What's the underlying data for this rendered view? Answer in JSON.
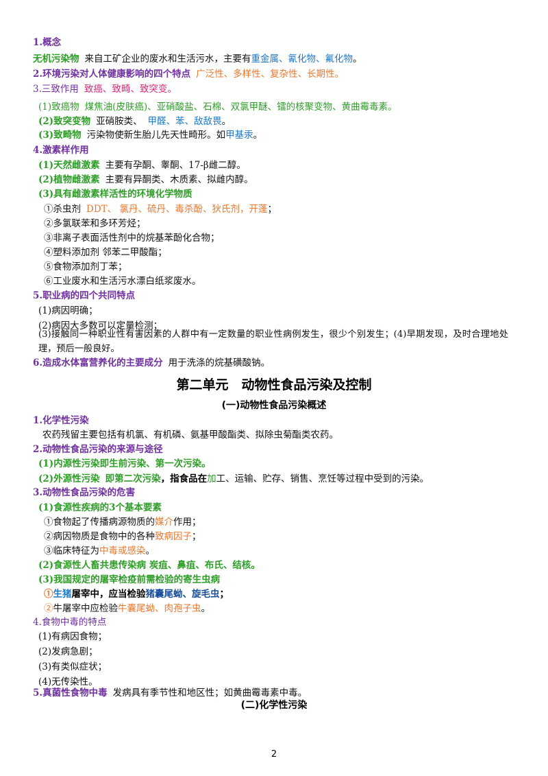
{
  "s1": {
    "head": "1.概念"
  },
  "l1": {
    "term": "无机污染物",
    "text": "来自工矿企业的废水和生活污水，主要有",
    "items": "重金属、氰化物、氟化物",
    "end": "。"
  },
  "s2": {
    "head": "2.环境污染对人体健康影响的四个特点",
    "items": "广泛性、多样性、复杂性、长期性",
    "end": "。"
  },
  "s3": {
    "head": "3.三致作用",
    "items": "致癌、致畸、致突变。"
  },
  "l3a": {
    "label": "(1)致癌物",
    "items": "煤焦油(皮肤癌)、亚硝酸盐、石棉、双氯甲醚、镭的核聚变物、黄曲霉毒素",
    "end": "。"
  },
  "l3b": {
    "label": "(2)致突变物",
    "text": "亚硝胺类、",
    "items": "甲醛、苯、敌敌畏",
    "end": "。"
  },
  "l3c": {
    "label": "(3)致畸物",
    "text": "污染物使新生胎儿先天性畸形。如",
    "items": "甲基汞",
    "end": "。"
  },
  "s4": {
    "head": "4.激素样作用"
  },
  "l4a": {
    "label": "(1)天然雌激素",
    "text": "主要有孕酮、睾酮、17-β雌二醇。"
  },
  "l4b": {
    "label": "(2)植物雌激素",
    "text": "主要有异酮类、木质素、拟雌内醇。"
  },
  "l4c": {
    "label": "(3)具有雌激素样活性的环境化学物质"
  },
  "l4c1": {
    "text": "①杀虫剂",
    "items": "DDT、 氯丹、硫丹、毒杀酚、狄氏剂，开蓬",
    "end": "；"
  },
  "l4c2": {
    "text": "②多氯联苯和多环芳烃；"
  },
  "l4c3": {
    "text": "③非离子表面活性剂中的烷基苯酚化合物；"
  },
  "l4c4": {
    "text": "④塑料添加剂 邻苯二甲酸酯；"
  },
  "l4c5": {
    "text": "⑤食物添加剂丁苯；"
  },
  "l4c6": {
    "text": "⑥工业废水和生活污水漂白纸浆废水。"
  },
  "s5": {
    "head": "5.职业病的四个共同特点"
  },
  "l5a": {
    "text": "(1)病因明确；"
  },
  "l5b": {
    "text": "(2)病因大多数可以定量检测；"
  },
  "l5c": {
    "text": "(3)接触同一种职业性有害因素的人群中有一定数量的职业性病例发生，很少个别发生；(4)早期发现，及时合理地处理，预后一般良好。"
  },
  "s6": {
    "head": "6.造成水体富营养化的主要成分",
    "text": "用于洗涤的烷基磺酸钠。"
  },
  "unit": {
    "title": "第二单元　动物性食品污染及控制",
    "sub1": "(一)动物性食品污染概述",
    "sub2": "(二)化学性污染"
  },
  "u1": {
    "head": "1.化学性污染",
    "text": "农药残留主要包括有机氯、有机磷、氨基甲酸酯类、拟除虫菊酯类农药。"
  },
  "u2": {
    "head": "2.动物性食品污染的来源与途径",
    "a": "(1)内源性污染即生前污染、第一次污染。",
    "b_label": "(2)外源性污染",
    "b_bold1": "即第二次污染",
    "b_bold2": "，指食品在",
    "b_green": "加",
    "b_text": "工、运输、贮存、销售、烹饪等过程中受到的污染。"
  },
  "u3": {
    "head": "3.动物性食品污染的危害",
    "a": "(1)食源性疾病的3个基本要素",
    "a1_pre": "①食物起了传播病源物质的",
    "a1_hl": "媒介",
    "a1_end": "作用；",
    "a2_pre": "②病因物质是食物中的各种",
    "a2_hl": "致病因子",
    "a2_end": "；",
    "a3_pre": "③临床特征为",
    "a3_hl": "中毒或感染",
    "a3_end": "。",
    "b": "(2)食源性人畜共患传染病 炭疽、鼻疽、布氏、结核。",
    "c": "(3)我国规定的屠宰检疫前需检验的寄生虫病",
    "c1_num": "①",
    "c1_a": "生猪",
    "c1_b": "屠宰中，应当检验",
    "c1_c": "猪囊尾蚴、旋毛虫",
    "c1_end": "；",
    "c2_num": "②",
    "c2_a": "牛屠宰中应检验",
    "c2_b": "牛囊尾蚴、肉孢子虫",
    "c2_end": "。"
  },
  "u4": {
    "head": "4.食物中毒的特点",
    "a": "(1)有病因食物；",
    "b": "(2)发病急剧；",
    "c": "(3)有类似症状；",
    "d": "(4)无传染性。"
  },
  "u5": {
    "head": "5.真菌性食物中毒",
    "text": "发病具有季节性和地区性；如黄曲霉毒素中毒。"
  },
  "page": {
    "number": "2"
  }
}
